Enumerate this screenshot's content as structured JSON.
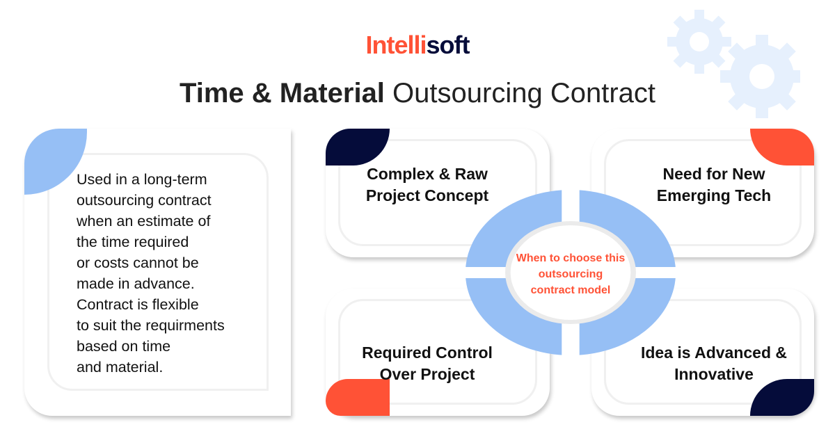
{
  "logo": {
    "part1": "Intelli",
    "part2": "soft"
  },
  "title": {
    "bold": "Time & Material",
    "regular": "Outsourcing Contract"
  },
  "description": [
    "Used in a long-term",
    "outsourcing contract",
    "when an estimate of",
    "the time required",
    "or costs cannot be",
    "made in advance.",
    "Contract is flexible",
    "to suit the requirments",
    "based on time",
    "and material."
  ],
  "center": [
    "When to choose this",
    "outsourcing",
    "contract model"
  ],
  "cards": [
    {
      "line1": "Complex & Raw",
      "line2": "Project Concept"
    },
    {
      "line1": "Need for New",
      "line2": "Emerging Tech"
    },
    {
      "line1": "Required Control",
      "line2": "Over Project"
    },
    {
      "line1": "Idea is Advanced &",
      "line2": "Innovative"
    }
  ],
  "colors": {
    "accent": "#ff5236",
    "navy": "#050c3a",
    "light_blue": "#96bff5",
    "gear": "#e6f0fd"
  }
}
